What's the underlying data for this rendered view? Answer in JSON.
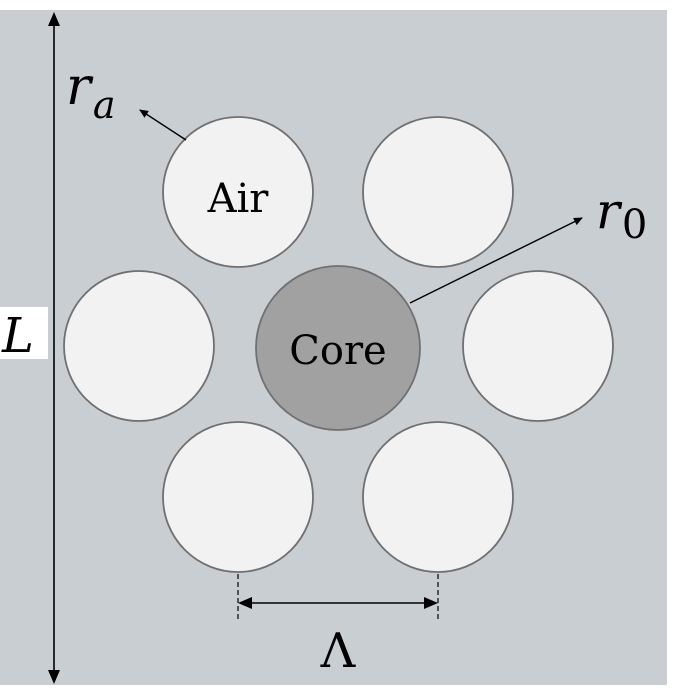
{
  "labels": {
    "length": "L",
    "air_radius_main": "r",
    "air_radius_sub": "a",
    "core_radius_main": "r",
    "core_radius_sub": "0",
    "air": "Air",
    "core": "Core",
    "pitch": "Λ"
  },
  "colors": {
    "background": "#c9ced3",
    "air_hole_fill": "#f2f2f2",
    "core_fill": "#a1a1a1",
    "outline": "#707070",
    "line": "#000000"
  }
}
